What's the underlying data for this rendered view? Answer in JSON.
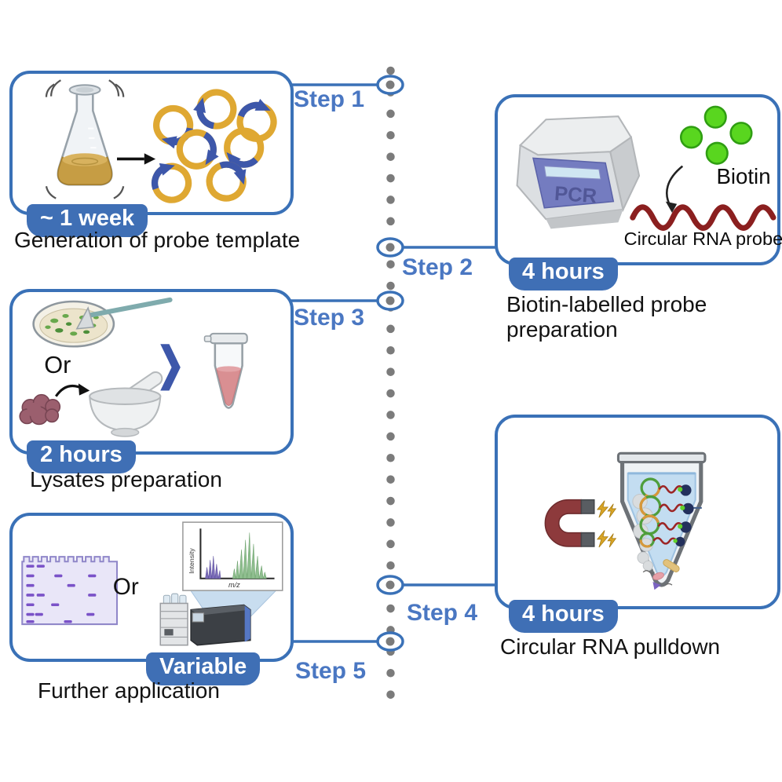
{
  "colors": {
    "accent_blue": "#3a71b7",
    "badge_blue": "#3f6fb5",
    "step_label_blue": "#4a77c2",
    "timeline_dot_gray": "#7b7b7b",
    "biotin_green": "#59d61f",
    "rna_probe_red": "#8b1f1f",
    "plasmid_gold": "#dfa832",
    "plasmid_arrow_blue": "#3d57aa",
    "magnet_red": "#8d3a3c",
    "spark_gold": "#d9a526",
    "gel_band_purple": "#7a52c8"
  },
  "steps": [
    {
      "label": "Step 1",
      "duration": "~ 1 week",
      "caption": "Generation of probe template"
    },
    {
      "label": "Step 2",
      "duration": "4 hours",
      "caption": "Biotin-labelled probe\npreparation",
      "pcr": "PCR",
      "biotin": "Biotin",
      "probe": "Circular RNA probe"
    },
    {
      "label": "Step 3",
      "duration": "2 hours",
      "caption": "Lysates preparation",
      "or": "Or"
    },
    {
      "label": "Step 4",
      "duration": "4 hours",
      "caption": "Circular RNA pulldown"
    },
    {
      "label": "Step 5",
      "duration": "Variable",
      "caption": "Further application",
      "or": "Or",
      "spectrum": {
        "ylabel": "Intensity",
        "xlabel": "m/z"
      }
    }
  ]
}
